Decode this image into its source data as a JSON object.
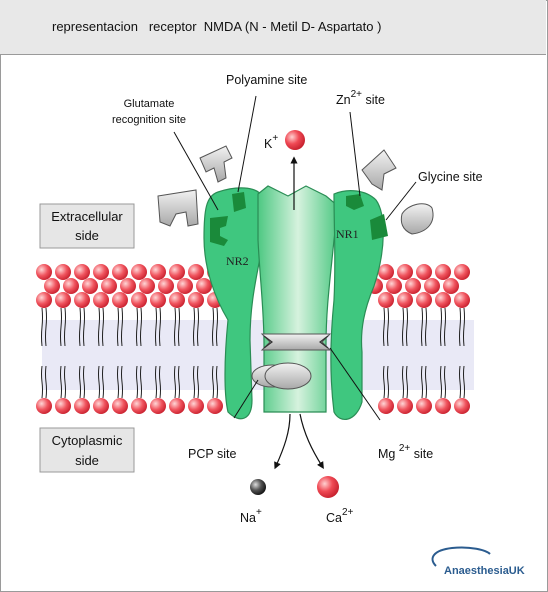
{
  "title": "representacion   receptor  NMDA (N - Metil D- Aspartato )",
  "regions": {
    "extracellular": [
      "Extracellular",
      "side"
    ],
    "cytoplasmic": [
      "Cytoplasmic",
      "side"
    ]
  },
  "sites": {
    "glutamate": [
      "Glutamate",
      "recognition site"
    ],
    "polyamine": "Polyamine site",
    "zinc": {
      "base": "Zn",
      "sup": "2+",
      "rest": " site"
    },
    "glycine": "Glycine site",
    "pcp": "PCP  site",
    "magnesium": {
      "base": "Mg ",
      "sup": "2+",
      "rest": " site"
    }
  },
  "subunits": {
    "nr2": "NR2",
    "nr1": "NR1"
  },
  "ions": {
    "k": {
      "base": "K",
      "sup": "+"
    },
    "na": {
      "base": "Na",
      "sup": "+"
    },
    "ca": {
      "base": "Ca",
      "sup": "2+"
    }
  },
  "logo": "AnaesthesiaUK",
  "colors": {
    "receptor": "#3fc77f",
    "receptor_dark": "#1a8a3a",
    "phospholipid_head": "#e83a4a",
    "membrane_core": "#e9e9f6",
    "region_box": "#e6e6e6",
    "logo_blue": "#2b5c8f"
  }
}
